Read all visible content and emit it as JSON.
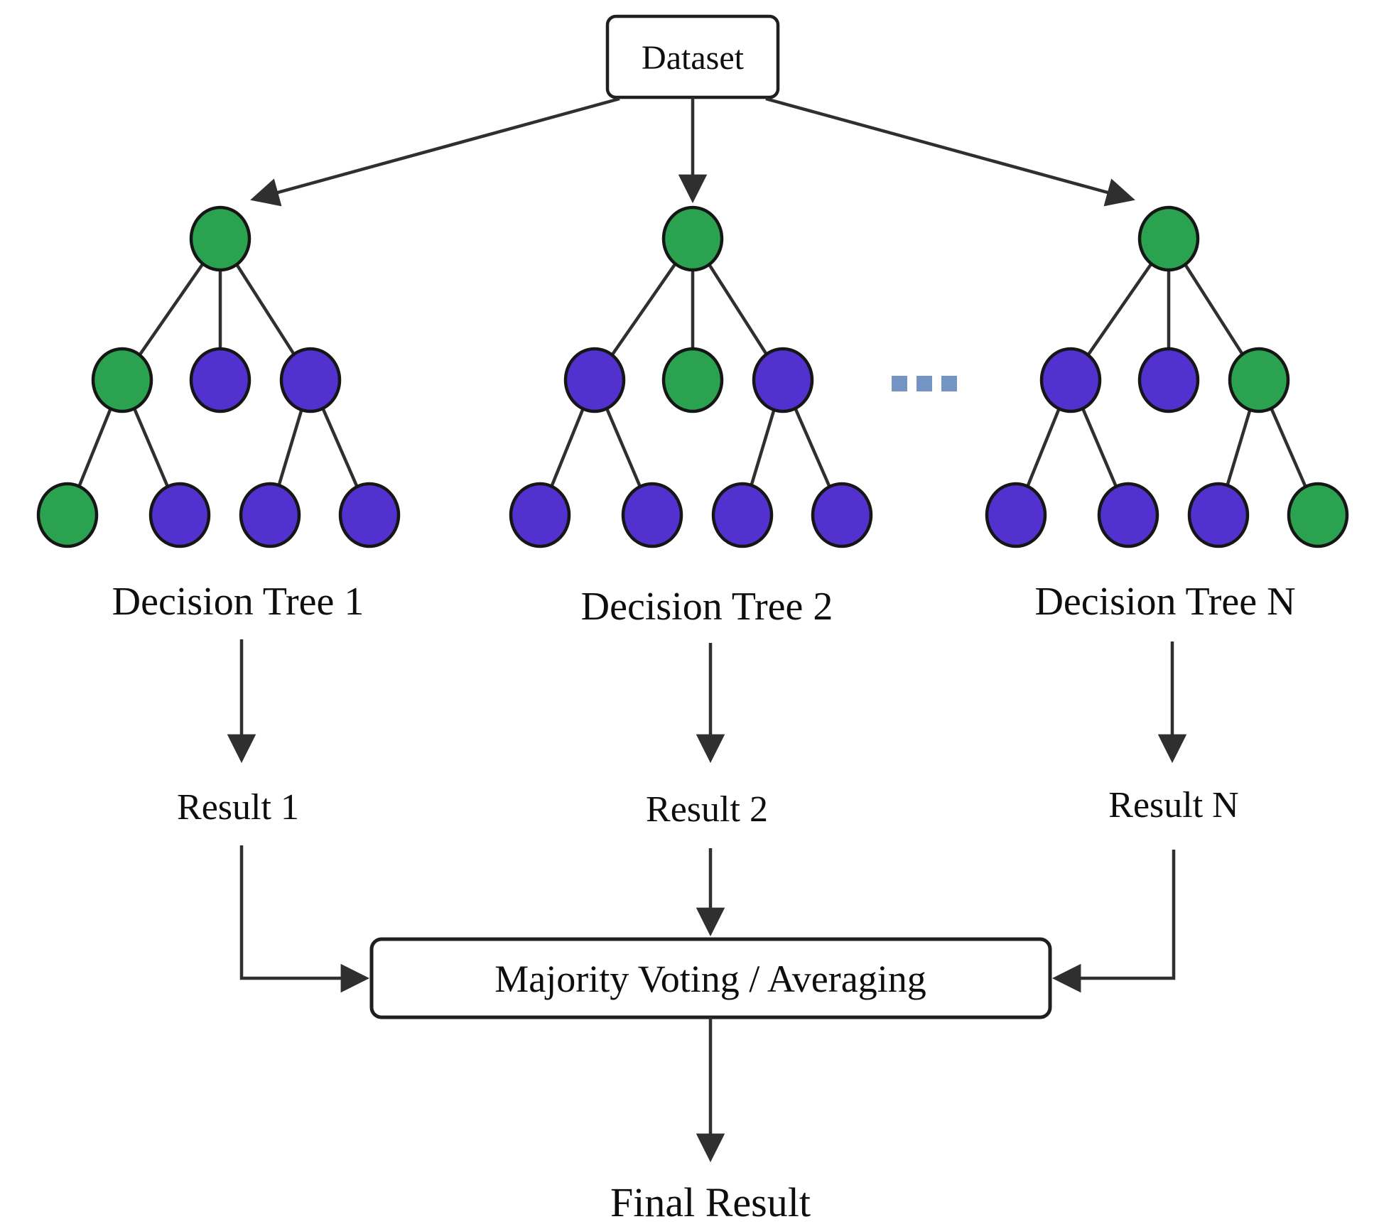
{
  "diagram_title": "Random Forest ensemble diagram",
  "colors": {
    "green": "#2ba24f",
    "purple": "#5231cf",
    "node_stroke": "#161616",
    "line": "#2f2f2f",
    "text": "#0e0e0e",
    "ellipsis_dots": "#7494c4"
  },
  "dataset_box": {
    "label": "Dataset"
  },
  "trees": [
    {
      "label": "Decision Tree 1",
      "result_label": "Result 1",
      "root_color": "green",
      "level2_colors": [
        "green",
        "purple",
        "purple"
      ],
      "level3_colors": [
        "green",
        "purple",
        "purple",
        "purple"
      ]
    },
    {
      "label": "Decision Tree 2",
      "result_label": "Result 2",
      "root_color": "green",
      "level2_colors": [
        "purple",
        "green",
        "purple"
      ],
      "level3_colors": [
        "purple",
        "purple",
        "purple",
        "purple"
      ]
    },
    {
      "label": "Decision Tree N",
      "result_label": "Result N",
      "root_color": "green",
      "level2_colors": [
        "purple",
        "purple",
        "green"
      ],
      "level3_colors": [
        "purple",
        "purple",
        "purple",
        "green"
      ]
    }
  ],
  "ellipsis": {
    "dot_count": 3
  },
  "aggregator": {
    "label": "Majority Voting / Averaging"
  },
  "final_result": {
    "label": "Final Result"
  }
}
